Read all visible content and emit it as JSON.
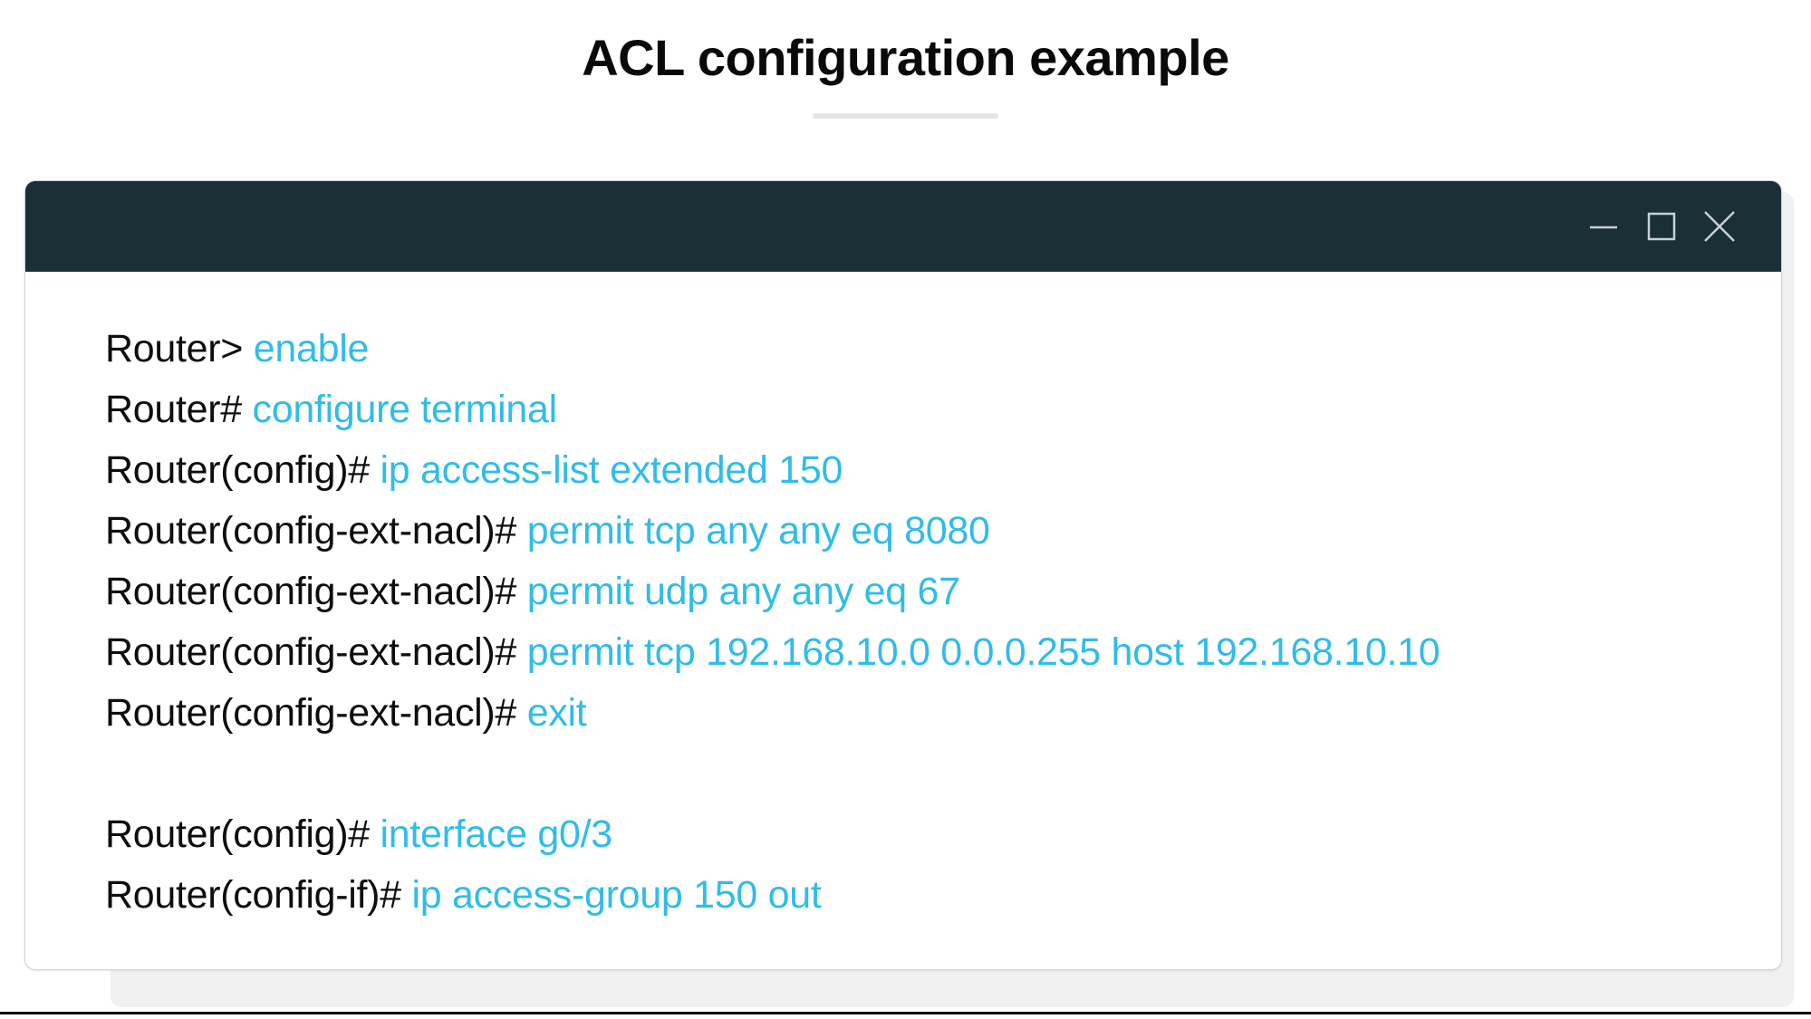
{
  "page": {
    "title": "ACL configuration example"
  },
  "terminal": {
    "titlebar": {
      "minimize_icon": "minimize-icon",
      "maximize_icon": "maximize-icon",
      "close_icon": "close-icon",
      "background_color": "#1a2f36",
      "control_color": "#c8d0d2"
    },
    "colors": {
      "prompt_text": "#0e0e0e",
      "command_text": "#31bce8",
      "body_background": "#ffffff"
    },
    "lines": [
      {
        "prompt": "Router> ",
        "command": "enable"
      },
      {
        "prompt": "Router# ",
        "command": "configure terminal"
      },
      {
        "prompt": "Router(config)# ",
        "command": "ip access-list extended 150"
      },
      {
        "prompt": "Router(config-ext-nacl)# ",
        "command": "permit tcp any any eq 8080"
      },
      {
        "prompt": "Router(config-ext-nacl)# ",
        "command": "permit udp any any eq 67"
      },
      {
        "prompt": "Router(config-ext-nacl)# ",
        "command": "permit tcp 192.168.10.0 0.0.0.255 host 192.168.10.10"
      },
      {
        "prompt": "Router(config-ext-nacl)# ",
        "command": "exit"
      },
      {
        "prompt": "",
        "command": ""
      },
      {
        "prompt": "Router(config)# ",
        "command": "interface g0/3"
      },
      {
        "prompt": "Router(config-if)# ",
        "command": "ip access-group 150 out"
      }
    ]
  }
}
